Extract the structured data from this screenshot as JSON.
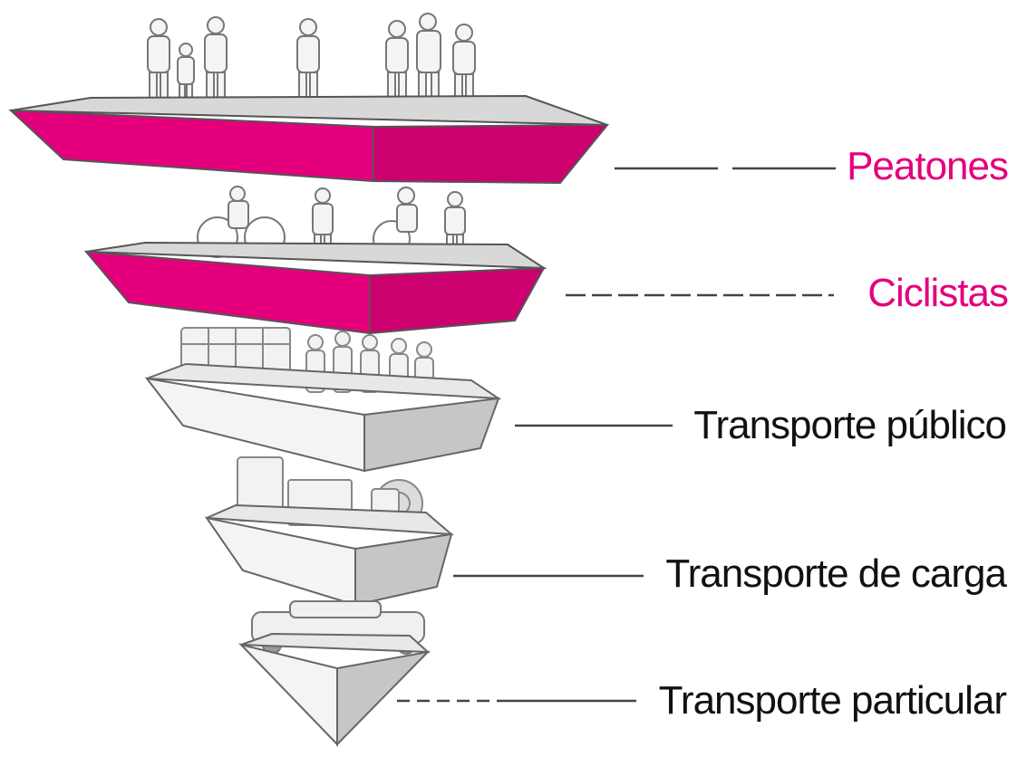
{
  "diagram": {
    "tiers": [
      {
        "id": "peatones",
        "label": "Peatones",
        "color": "#e4007c",
        "icon": "pedestrian-figures"
      },
      {
        "id": "ciclistas",
        "label": "Ciclistas",
        "color": "#e4007c",
        "icon": "cyclist-figures"
      },
      {
        "id": "publico",
        "label": "Transporte público",
        "color": "#111111",
        "icon": "bus-figures"
      },
      {
        "id": "carga",
        "label": "Transporte de carga",
        "color": "#111111",
        "icon": "truck-figures"
      },
      {
        "id": "particular",
        "label": "Transporte particular",
        "color": "#111111",
        "icon": "car-figure"
      }
    ],
    "colors": {
      "accent": "#e4007c",
      "accent_side": "#cc006f",
      "grey_tray": "#f2f2f2",
      "grey_side": "#c4c4c4",
      "outline": "#555555"
    }
  }
}
